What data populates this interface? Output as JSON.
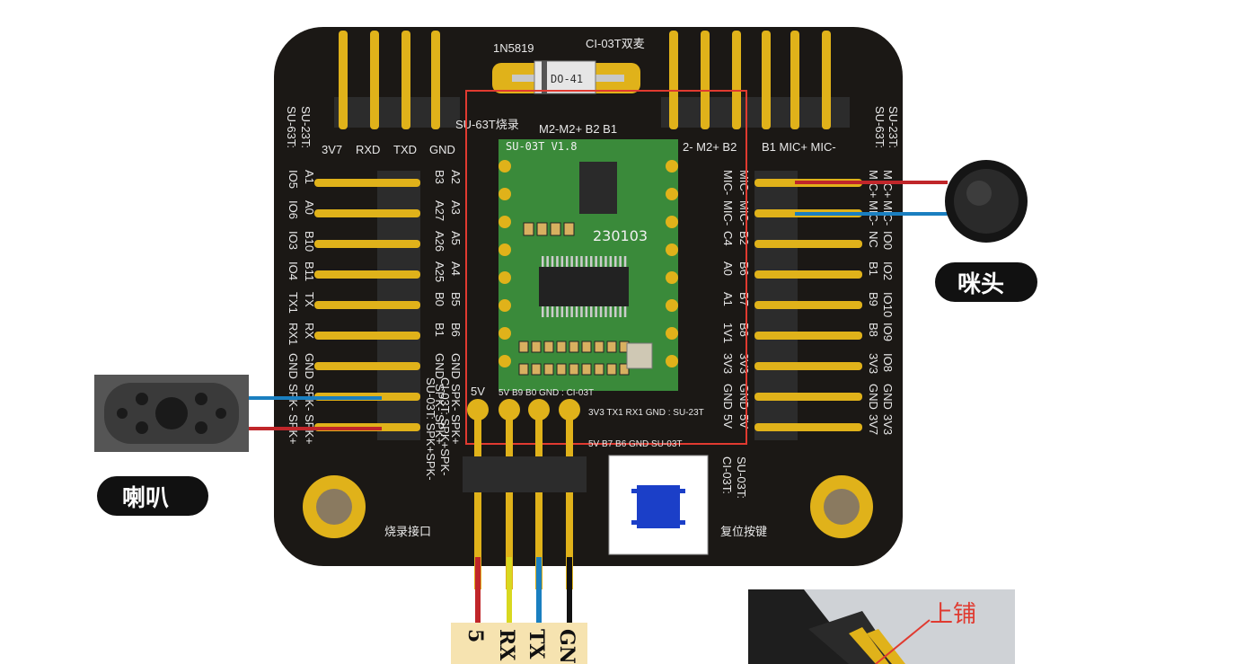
{
  "board": {
    "top_labels": {
      "diode": "1N5819",
      "diode_body": "DO-41",
      "mic_model": "CI-03T双麦",
      "burn_label": "SU-63T烧录",
      "header_left": [
        "3V7",
        "RXD",
        "TXD",
        "GND"
      ],
      "header_mid": "M2-M2+ B2  B1",
      "header_mid2": "2-  M2+ B2",
      "header_right": "B1 MIC+ MIC-",
      "left_side_top": "SU-63T:",
      "left_side_top2": "SU-23T:",
      "right_side_top": "SU-23T:",
      "right_side_top2": "SU-63T:"
    },
    "left_pins": [
      {
        "a": "IO5",
        "b": "A1",
        "c": "A2",
        "d": "B3"
      },
      {
        "a": "IO6",
        "b": "A0",
        "c": "A3",
        "d": "A27"
      },
      {
        "a": "IO3",
        "b": "B10",
        "c": "A5",
        "d": "A26"
      },
      {
        "a": "IO4",
        "b": "B11",
        "c": "A4",
        "d": "A25"
      },
      {
        "a": "TX1",
        "b": "TX",
        "c": "B5",
        "d": "B0"
      },
      {
        "a": "RX1",
        "b": "RX",
        "c": "B6",
        "d": "B1"
      },
      {
        "a": "GND",
        "b": "GND",
        "c": "GND",
        "d": "GND"
      },
      {
        "a": "SPK-",
        "b": "SPK-",
        "c": "SPK-",
        "d": "SPK-"
      },
      {
        "a": "SPK+",
        "b": "SPK+",
        "c": "SPK+",
        "d": "SPK+"
      }
    ],
    "left_bottom_1": "SU-03T: SPK+SPK-",
    "left_bottom_2": "CI-03T: SPK+SPK-",
    "right_pins": [
      {
        "a": "MIC+",
        "b": "MIC+",
        "c": "MIC-",
        "d": "MIC-"
      },
      {
        "a": "MIC-",
        "b": "MIC-",
        "c": "MIC-",
        "d": "MIC-"
      },
      {
        "a": "IO0",
        "b": "NC",
        "c": "B2",
        "d": "C4"
      },
      {
        "a": "IO2",
        "b": "B1",
        "c": "B6",
        "d": "A0"
      },
      {
        "a": "IO10",
        "b": "B9",
        "c": "B7",
        "d": "A1"
      },
      {
        "a": "IO9",
        "b": "B8",
        "c": "B8",
        "d": "1V1"
      },
      {
        "a": "IO8",
        "b": "3V3",
        "c": "3V3",
        "d": "3V3"
      },
      {
        "a": "GND",
        "b": "GND",
        "c": "GND",
        "d": "GND"
      },
      {
        "a": "3V3",
        "b": "3V7",
        "c": "5V",
        "d": "5V"
      }
    ],
    "right_bottom_1": "CI-03T:",
    "right_bottom_2": "SU-03T:",
    "bottom_header_top": "5V  B9  B0  GND : CI-03T",
    "bottom_header_mid": "3V3 TX1 RX1 GND : SU-23T",
    "bottom_header_bot": "5V  B7  B6  GND  SU-03T",
    "bottom_5v": "5V",
    "burn_port": "烧录接口",
    "reset_key": "复位按键"
  },
  "module": {
    "name": "SU-03T V1.8",
    "date_code": "230103"
  },
  "callouts": {
    "speaker": "喇叭",
    "mic": "咪头"
  },
  "wire_labels": [
    "5",
    "RX",
    "TX",
    "GN"
  ],
  "inset": {
    "label": "上铺"
  },
  "colors": {
    "board": "#1b1815",
    "gold": "#e0b21a",
    "module_green": "#3a8a3a",
    "highlight_box": "#e03a30",
    "reset_button": "#1b3fc8",
    "wire_red": "#c0262a",
    "wire_yellow": "#d8d820",
    "wire_blue": "#1a7fc0",
    "wire_black": "#111111"
  }
}
